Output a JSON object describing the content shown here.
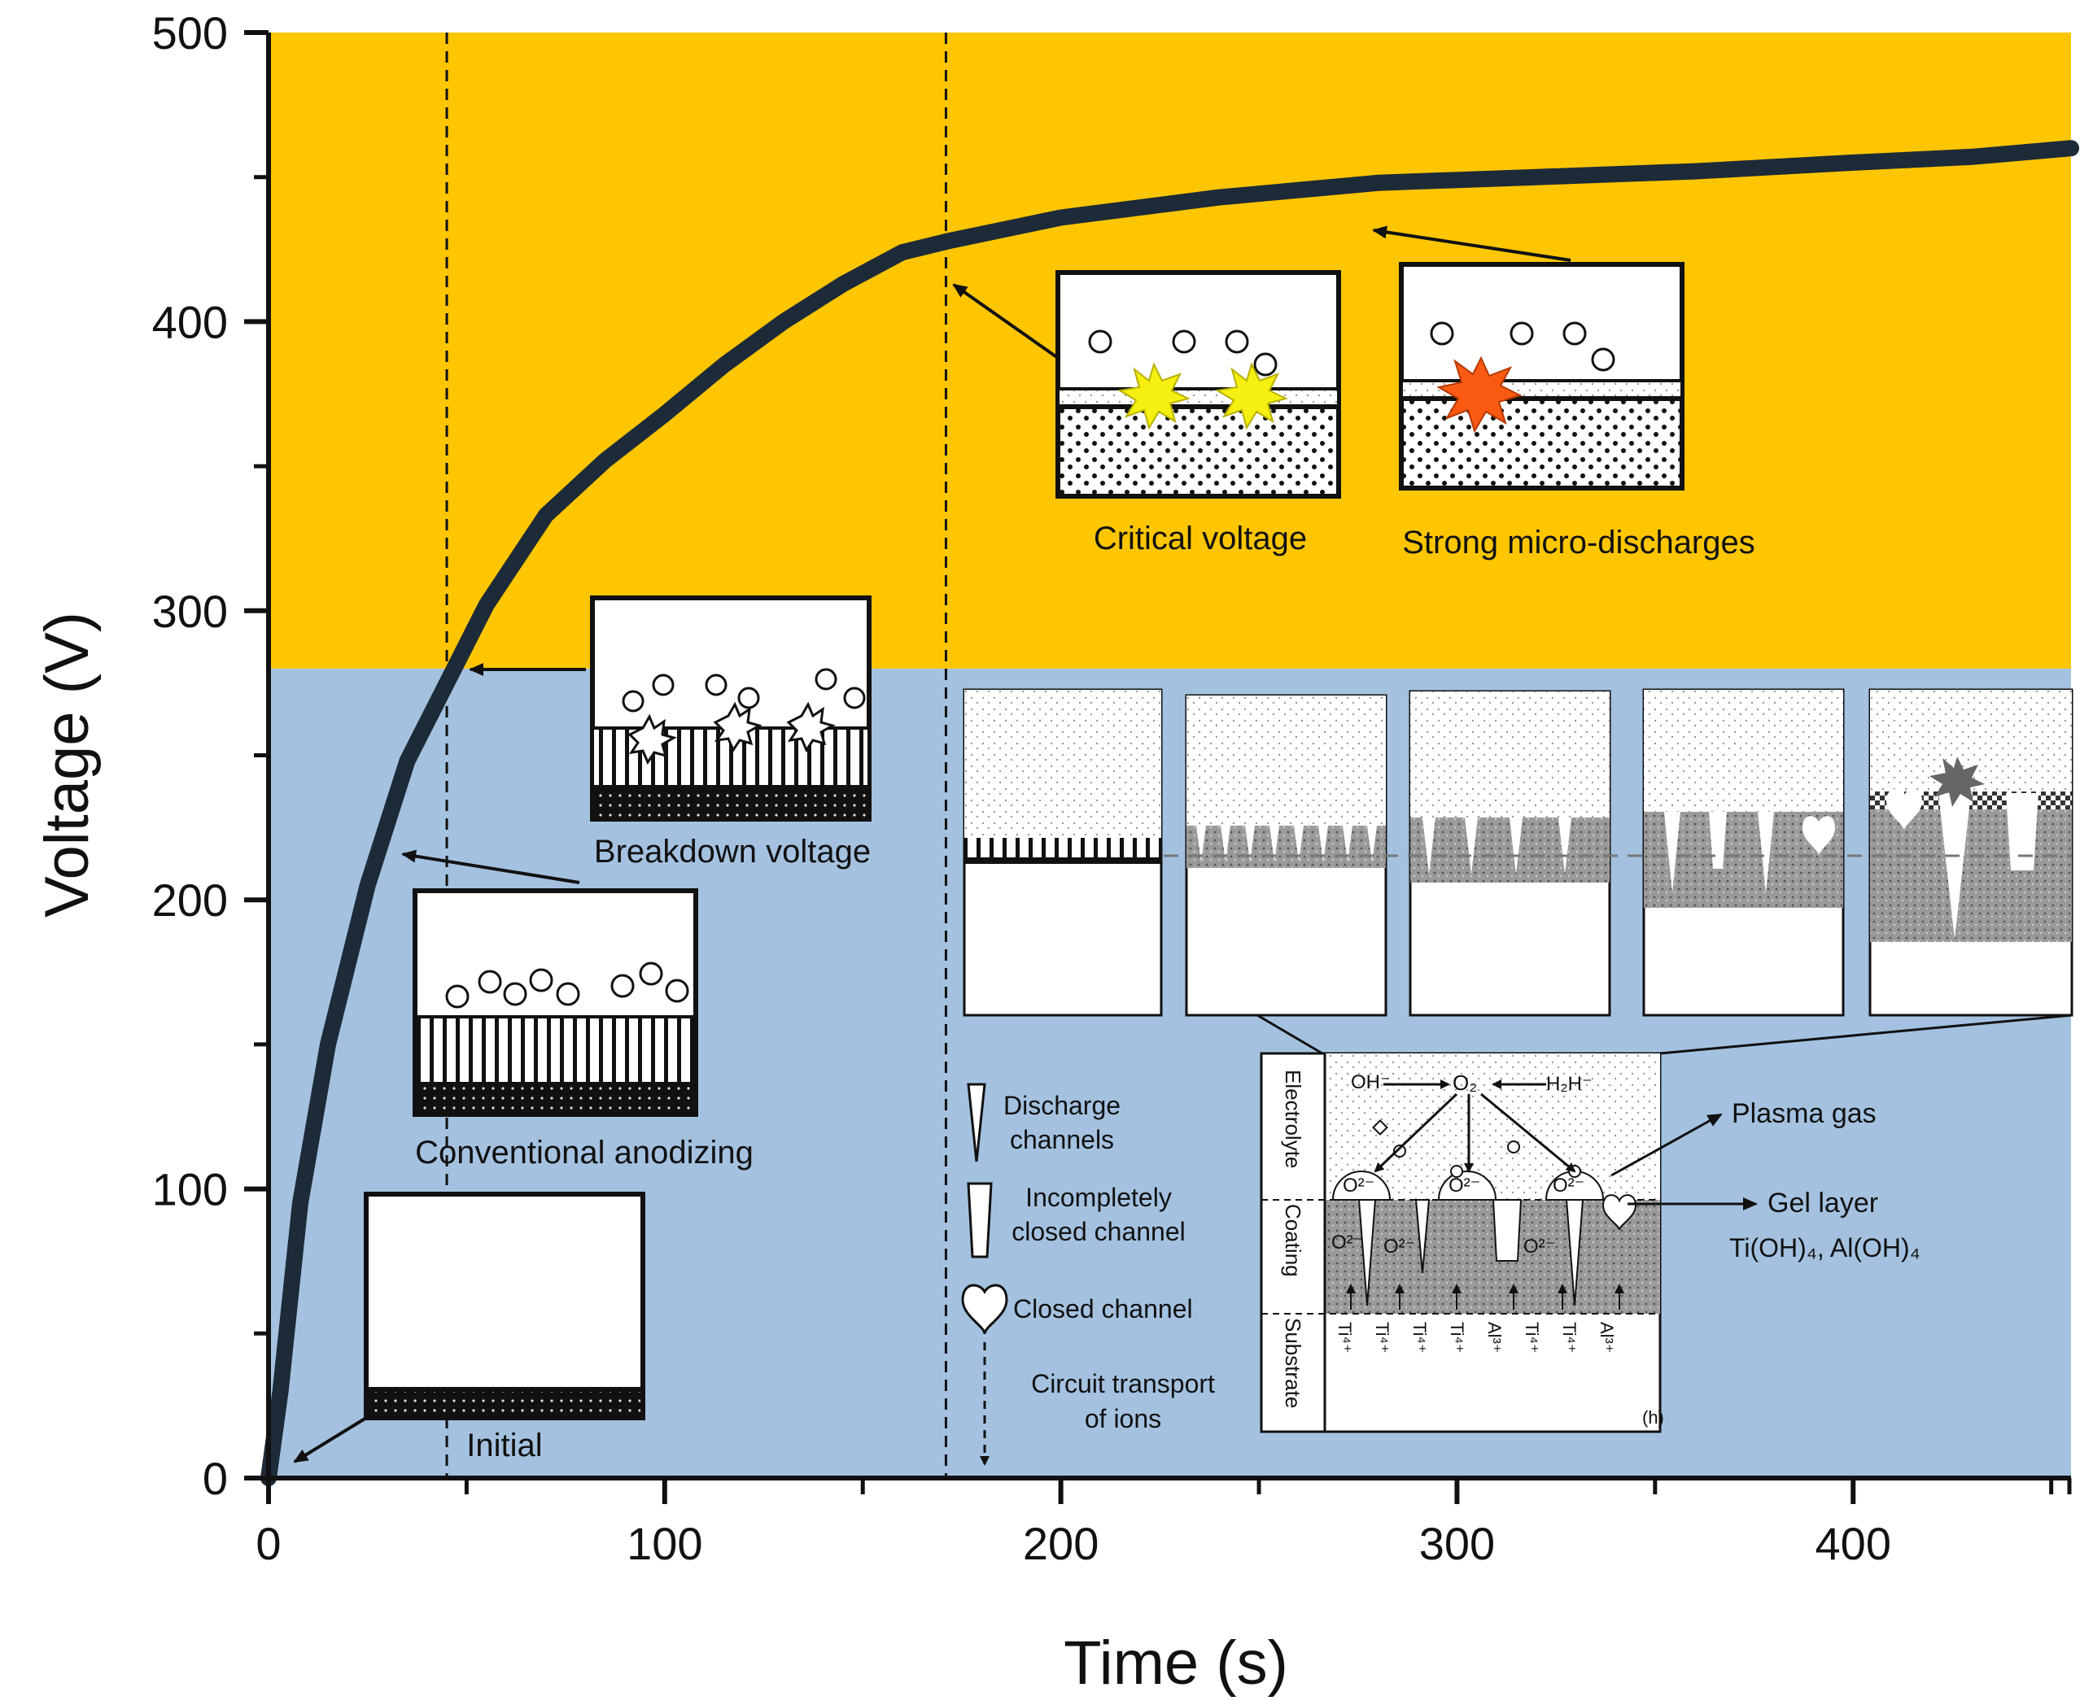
{
  "chart_data": {
    "type": "line",
    "title": "",
    "xlabel": "Time (s)",
    "ylabel": "Voltage (V)",
    "xlim": [
      0,
      455
    ],
    "ylim": [
      0,
      500
    ],
    "x_ticks": [
      0,
      100,
      200,
      300,
      400
    ],
    "y_ticks": [
      0,
      100,
      200,
      300,
      400,
      500
    ],
    "grid": false,
    "regions": [
      {
        "name": "blue-region",
        "y_from": 0,
        "y_to": 280,
        "color": "#a4c2e0"
      },
      {
        "name": "orange-region",
        "y_from": 280,
        "y_to": 500,
        "color": "#fec600"
      }
    ],
    "dividers_x": [
      45,
      171
    ],
    "series": [
      {
        "name": "",
        "color": "#1d2a38",
        "x": [
          0,
          3,
          8,
          15,
          25,
          35,
          45,
          55,
          70,
          85,
          100,
          115,
          130,
          145,
          160,
          172,
          200,
          240,
          280,
          320,
          360,
          400,
          430,
          455
        ],
        "y": [
          0,
          30,
          95,
          150,
          205,
          248,
          275,
          302,
          333,
          352,
          368,
          385,
          400,
          413,
          424,
          428,
          436,
          443,
          448,
          450,
          452,
          455,
          457,
          460
        ]
      }
    ],
    "annotations": {
      "initial": "Initial",
      "conventional": "Conventional anodizing",
      "breakdown": "Breakdown voltage",
      "critical": "Critical voltage",
      "strong": "Strong micro-discharges"
    },
    "legend": {
      "discharge": [
        "Discharge",
        "channels"
      ],
      "incomplete": [
        "Incompletely",
        "closed channel"
      ],
      "closed": "Closed channel",
      "circuit": [
        "Circuit transport",
        "of ions"
      ]
    },
    "detail": {
      "electrolyte": "Electrolyte",
      "coating": "Coating",
      "substrate": "Substrate",
      "oh": "OH⁻",
      "o2": "O₂",
      "h2h": "H₂H⁻",
      "o2minus": "O²⁻",
      "plasma": "Plasma gas",
      "gel": "Gel layer",
      "gel_sub": "Ti(OH)₄, Al(OH)₄",
      "panel_tag": "(h)",
      "ions": [
        "Ti⁴⁺",
        "Ti⁴⁺",
        "Ti⁴⁺",
        "Ti⁴⁺",
        "Al³⁺",
        "Ti⁴⁺",
        "Ti⁴⁺",
        "Al³⁺"
      ]
    }
  }
}
